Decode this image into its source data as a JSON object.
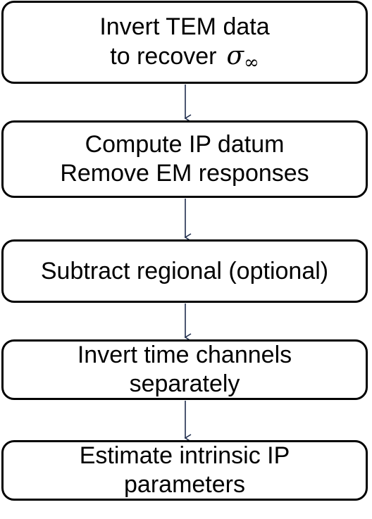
{
  "steps": [
    {
      "lines": [
        "Invert TEM data",
        "to recover"
      ],
      "symbol": "σ",
      "symbol_subscript": "∞"
    },
    {
      "lines": [
        "Compute IP datum",
        "Remove EM responses"
      ]
    },
    {
      "lines": [
        "Subtract regional (optional)"
      ]
    },
    {
      "lines": [
        "Invert time channels",
        "separately"
      ]
    },
    {
      "lines": [
        "Estimate intrinsic IP",
        "parameters"
      ]
    }
  ],
  "colors": {
    "box_border": "#000000",
    "arrow": "#1f2d4d",
    "text": "#000000"
  }
}
